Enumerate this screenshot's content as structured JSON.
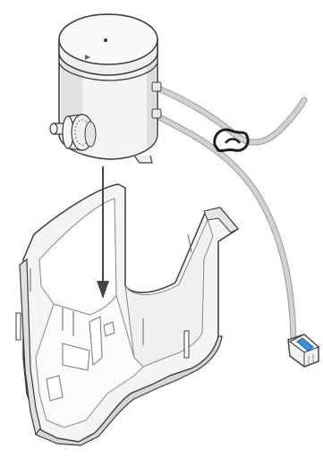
{
  "diagram": {
    "type": "assembly-illustration",
    "labels": [],
    "components": [
      "water-filter-canister",
      "filter-cap-dot",
      "filter-alignment-arrow",
      "filter-threaded-fitting",
      "inlet-tube",
      "outlet-tube",
      "tube-clip",
      "quick-connect-fitting",
      "filter-housing-bracket",
      "insertion-arrow"
    ],
    "colors": {
      "outline": "#3c3c3c",
      "body_fill": "#f4f4f4",
      "shadow_fill": "#dcdcdc",
      "tube": "#c8c8c8",
      "tube_edge": "#9a9a9a",
      "connector_accent": "#3a8fd6",
      "arrow": "#444444"
    }
  }
}
